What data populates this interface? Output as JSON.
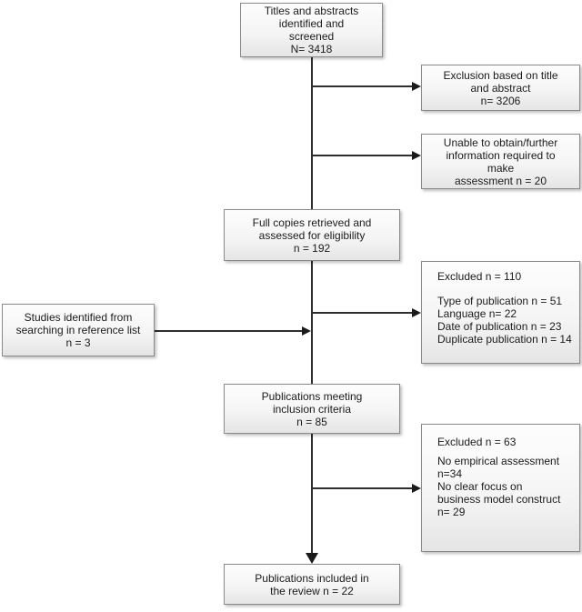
{
  "diagram": {
    "type": "flowchart",
    "background_color": "#ffffff",
    "line_color": "#2e2e2e",
    "box_border_color": "#8a8a8a",
    "box_fill_top": "#fdfdfd",
    "box_fill_bottom": "#e5e5e5",
    "nodes": {
      "titles_screened": {
        "lines": [
          "Titles and abstracts",
          "identified and",
          "screened",
          "N= 3418"
        ]
      },
      "exclusion_title_abstract": {
        "lines": [
          "Exclusion based on title",
          "and abstract",
          "n= 3206"
        ]
      },
      "unable_to_obtain": {
        "lines": [
          "Unable to obtain/further",
          "information required to",
          "make",
          "assessment n = 20"
        ]
      },
      "full_copies": {
        "lines": [
          "Full copies retrieved and",
          "assessed for eligibility",
          "n = 192"
        ]
      },
      "excluded_110": {
        "lines": [
          "Excluded n = 110",
          "",
          "Type of publication n = 51",
          "Language n= 22",
          "Date of publication n = 23",
          "Duplicate publication n = 14"
        ]
      },
      "reference_list": {
        "lines": [
          "Studies identified from",
          "searching in reference list",
          "n = 3"
        ]
      },
      "inclusion_criteria": {
        "lines": [
          "Publications meeting",
          "inclusion criteria",
          "n = 85"
        ]
      },
      "excluded_63": {
        "lines": [
          "Excluded n = 63",
          "",
          "No empirical assessment",
          "n=34",
          "No clear focus on",
          "business model construct",
          "n= 29"
        ]
      },
      "included_review": {
        "lines": [
          "Publications included in",
          "the review n = 22"
        ]
      }
    }
  }
}
